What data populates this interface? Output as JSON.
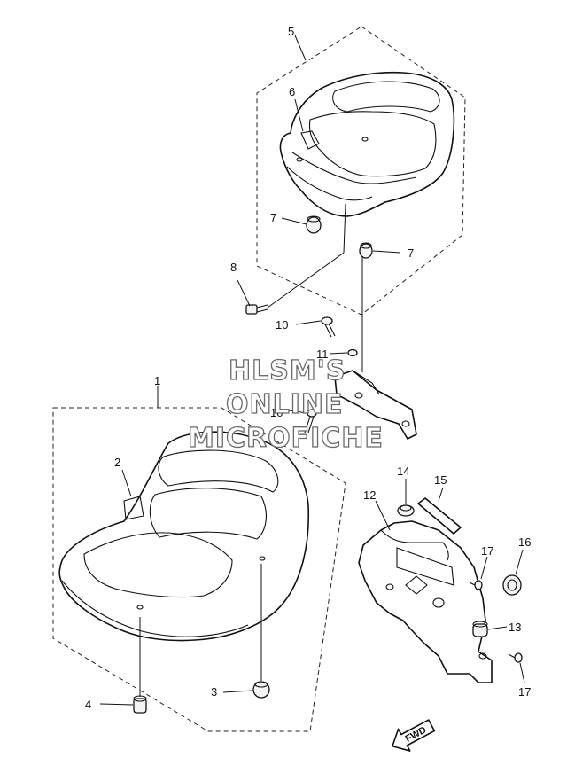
{
  "callouts": {
    "c1": "1",
    "c2": "2",
    "c3": "3",
    "c4": "4",
    "c5": "5",
    "c6": "6",
    "c7a": "7",
    "c7b": "7",
    "c8": "8",
    "c9": "10",
    "c10": "10",
    "c11": "11",
    "c12": "12",
    "c13": "13",
    "c14": "14",
    "c15": "15",
    "c16": "16",
    "c17a": "17",
    "c17b": "17"
  },
  "watermark": {
    "line1": "HLSM'S",
    "line2": "ONLINE",
    "line3": "MICROFICHE"
  },
  "fwd_label": "FWD"
}
